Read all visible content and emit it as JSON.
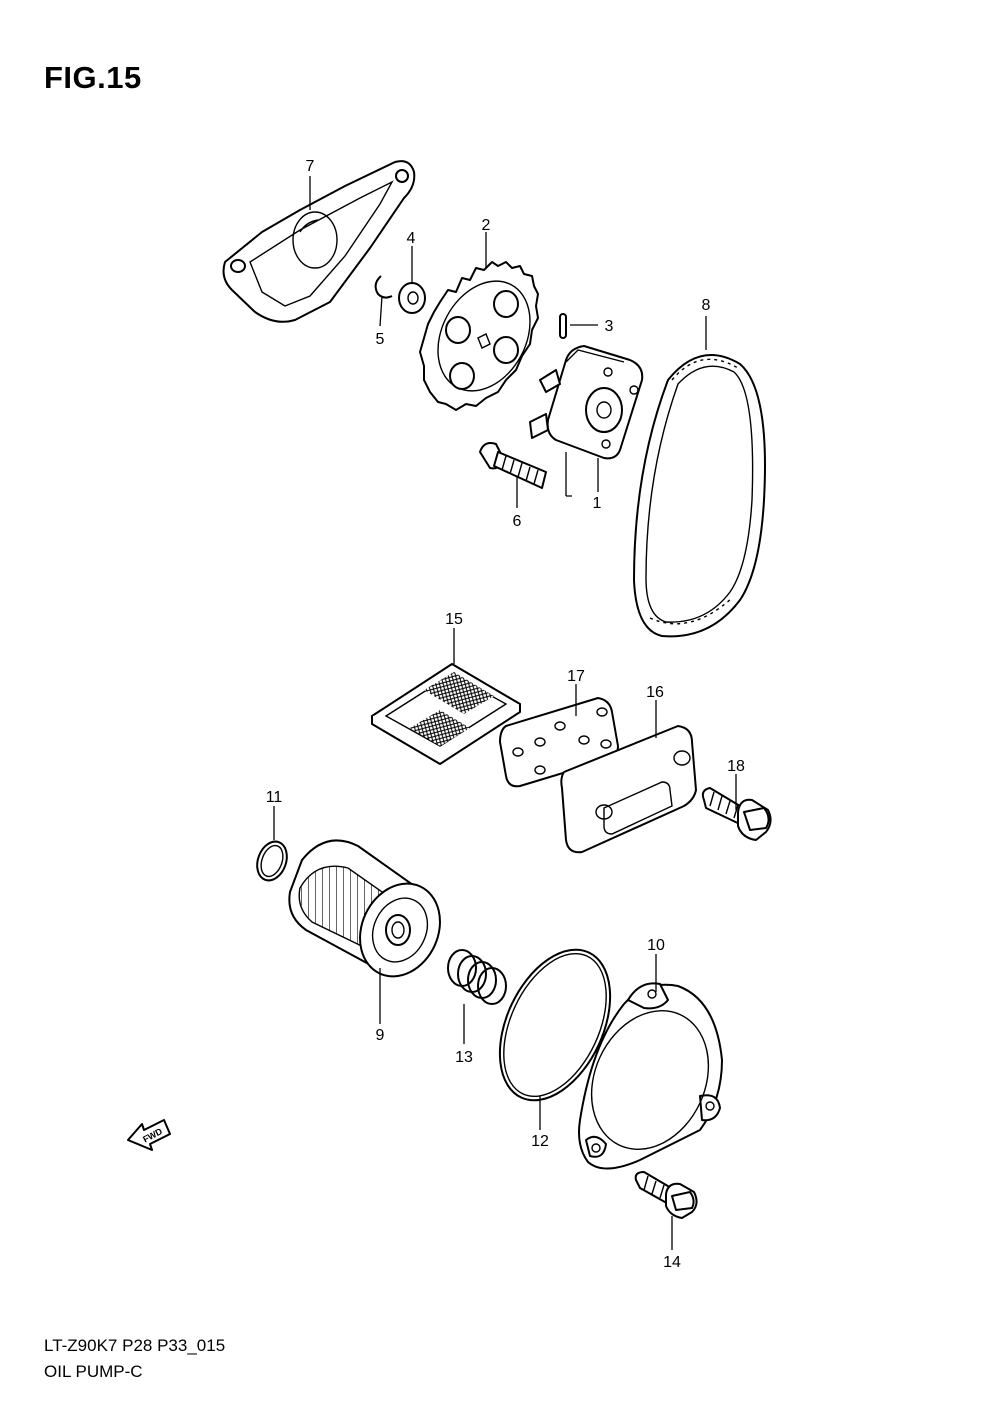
{
  "figure": {
    "title": "FIG.15",
    "code": "LT-Z90K7 P28 P33_015",
    "name": "OIL PUMP-C"
  },
  "direction_arrow": {
    "label": "FWD"
  },
  "callouts": [
    {
      "id": "c1",
      "label": "1"
    },
    {
      "id": "c2",
      "label": "2"
    },
    {
      "id": "c3",
      "label": "3"
    },
    {
      "id": "c4",
      "label": "4"
    },
    {
      "id": "c5",
      "label": "5"
    },
    {
      "id": "c6",
      "label": "6"
    },
    {
      "id": "c7",
      "label": "7"
    },
    {
      "id": "c8",
      "label": "8"
    },
    {
      "id": "c9",
      "label": "9"
    },
    {
      "id": "c10",
      "label": "10"
    },
    {
      "id": "c11",
      "label": "11"
    },
    {
      "id": "c12",
      "label": "12"
    },
    {
      "id": "c13",
      "label": "13"
    },
    {
      "id": "c14",
      "label": "14"
    },
    {
      "id": "c15",
      "label": "15"
    },
    {
      "id": "c16",
      "label": "16"
    },
    {
      "id": "c17",
      "label": "17"
    },
    {
      "id": "c18",
      "label": "18"
    }
  ]
}
